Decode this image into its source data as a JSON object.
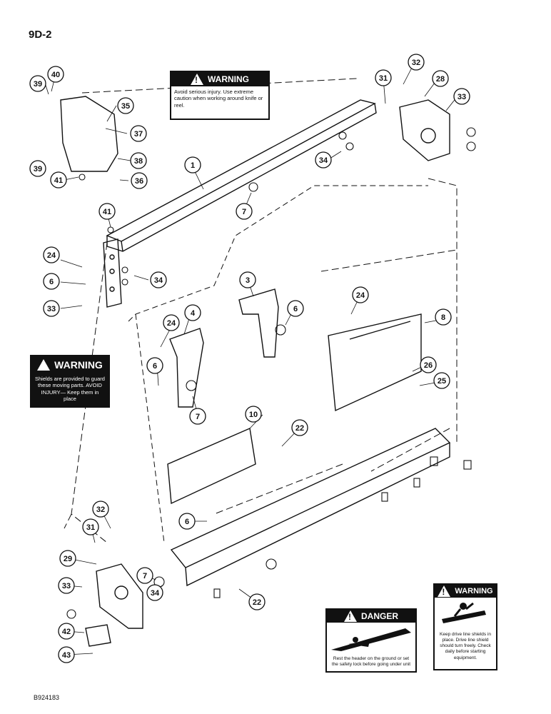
{
  "page_id": "9D-2",
  "figure_code": "B924183",
  "signs": {
    "warning_knife": {
      "title": "WARNING",
      "text": "Avoid serious injury. Use extreme caution when working around knife or reel."
    },
    "warning_shields": {
      "title": "WARNING",
      "text": "Shields are provided to guard these moving parts. AVOID INJURY— Keep them in place"
    },
    "danger_header": {
      "title": "DANGER",
      "text": "Rest the header on the ground or set the safety lock before going under unit"
    },
    "warning_driveline": {
      "title": "WARNING",
      "text": "Keep drive line shields in place. Drive line shield should turn freely. Check daily before starting equipment."
    }
  },
  "callouts": [
    "39",
    "40",
    "35",
    "37",
    "38",
    "39",
    "36",
    "41",
    "1",
    "7",
    "41",
    "24",
    "6",
    "34",
    "33",
    "3",
    "6",
    "4",
    "24",
    "6",
    "7",
    "10",
    "22",
    "31",
    "32",
    "28",
    "33",
    "34",
    "24",
    "8",
    "26",
    "25",
    "32",
    "31",
    "29",
    "33",
    "7",
    "34",
    "6",
    "22",
    "42",
    "43"
  ]
}
